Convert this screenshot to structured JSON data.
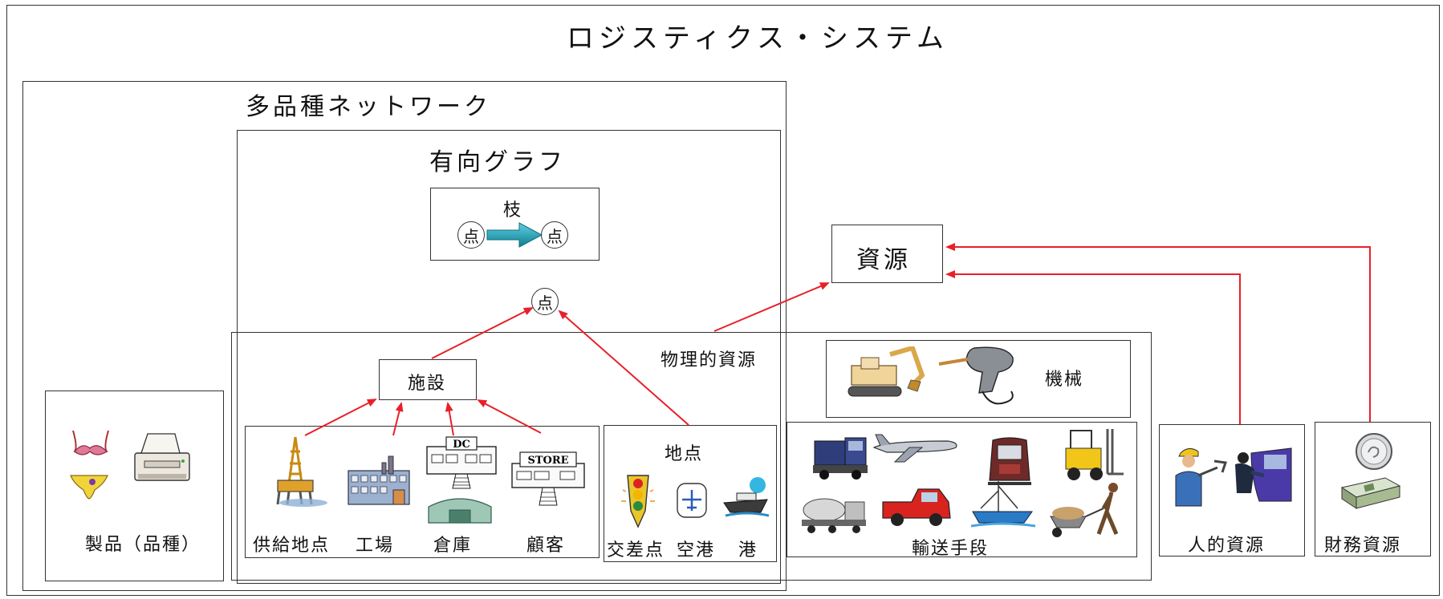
{
  "title": "ロジスティクス・システム",
  "network": {
    "label": "多品種ネットワーク"
  },
  "graph": {
    "label": "有向グラフ",
    "edge": "枝",
    "node": "点"
  },
  "physical": {
    "label": "物理的資源",
    "facility": "施設",
    "facilities": [
      "供給地点",
      "工場",
      "倉庫",
      "顧客"
    ],
    "location": {
      "label": "地点",
      "items": [
        "交差点",
        "空港",
        "港"
      ]
    }
  },
  "resource": "資源",
  "machine": "機械",
  "transport": "輸送手段",
  "human": "人的資源",
  "finance": "財務資源",
  "product": "製品（品種）",
  "clipart_text": {
    "warehouse_sign": "DC",
    "store_sign": "STORE"
  },
  "colors": {
    "arrow": "#e8202a",
    "border": "#333333",
    "edge_arrow": "#1a9bb0"
  }
}
